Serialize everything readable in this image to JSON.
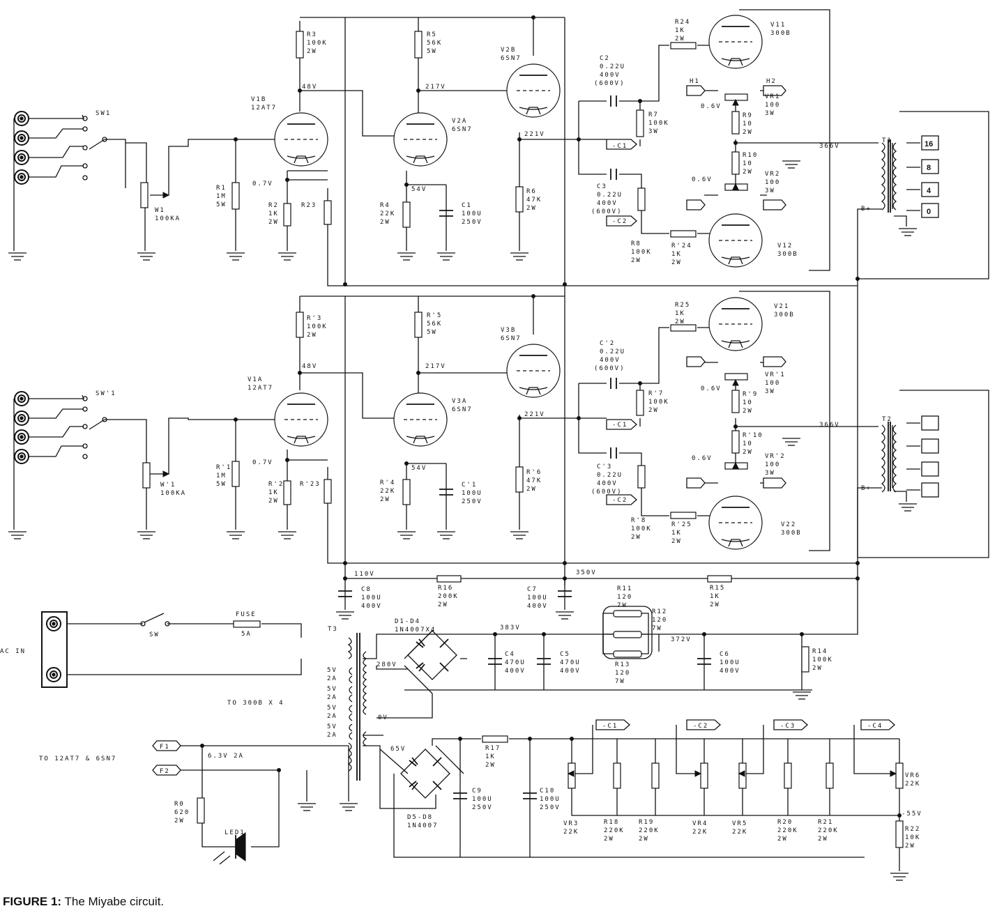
{
  "caption": {
    "label": "FIGURE 1:",
    "text": "The Miyabe circuit."
  },
  "labels": [
    "SW1",
    "W1",
    "100KA",
    "R1",
    "1M",
    "5W",
    "V1B",
    "12AT7",
    "R3",
    "100K",
    "2W",
    "48V",
    "0.7V",
    "R2",
    "1K",
    "2W",
    "R23",
    "R5",
    "56K",
    "5W",
    "V2A",
    "6SN7",
    "217V",
    "R4",
    "22K",
    "2W",
    "54V",
    "C1",
    "100U",
    "250V",
    "V2B",
    "6SN7",
    "221V",
    "R6",
    "47K",
    "2W",
    "C2",
    "0.22U",
    "400V",
    "(600V)",
    "R7",
    "100K",
    "3W",
    "-C1",
    "C3",
    "0.22U",
    "400V",
    "(600V)",
    "R8",
    "100K",
    "2W",
    "-C2",
    "R24",
    "1K",
    "2W",
    "V11",
    "300B",
    "H1",
    "H2",
    "VR1",
    "100",
    "3W",
    "0.6V",
    "R9",
    "10",
    "2W",
    "R10",
    "10",
    "2W",
    "0.6V",
    "VR2",
    "100",
    "3W",
    "R'24",
    "1K",
    "2W",
    "V12",
    "300B",
    "366V",
    "T1",
    "B+",
    "16",
    "8",
    "4",
    "0",
    "SW'1",
    "W'1",
    "100KA",
    "R'1",
    "1M",
    "5W",
    "V1A",
    "12AT7",
    "R'3",
    "100K",
    "2W",
    "48V",
    "0.7V",
    "R'2",
    "1K",
    "2W",
    "R'23",
    "R'5",
    "56K",
    "5W",
    "V3A",
    "6SN7",
    "217V",
    "R'4",
    "22K",
    "2W",
    "54V",
    "C'1",
    "100U",
    "250V",
    "V3B",
    "6SN7",
    "221V",
    "R'6",
    "47K",
    "2W",
    "C'2",
    "0.22U",
    "400V",
    "(600V)",
    "R'7",
    "100K",
    "2W",
    "-C1",
    "C'3",
    "0.22U",
    "400V",
    "(600V)",
    "R'8",
    "100K",
    "2W",
    "-C2",
    "R25",
    "1K",
    "2W",
    "V21",
    "300B",
    "VR'1",
    "100",
    "3W",
    "0.6V",
    "R'9",
    "10",
    "2W",
    "R'10",
    "10",
    "2W",
    "0.6V",
    "VR'2",
    "100",
    "3W",
    "R'25",
    "1K",
    "2W",
    "V22",
    "300B",
    "366V",
    "T2",
    "B+",
    "110V",
    "350V",
    "C8",
    "100U",
    "400V",
    "R16",
    "200K",
    "2W",
    "C7",
    "100U",
    "400V",
    "R11",
    "120",
    "7W",
    "R15",
    "1K",
    "2W",
    "AC IN",
    "SW",
    "FUSE",
    "5A",
    "T3",
    "D1-D4",
    "1N4007X4",
    "383V",
    "280V",
    "C4",
    "470U",
    "400V",
    "C5",
    "470U",
    "400V",
    "R12",
    "120",
    "7W",
    "R13",
    "120",
    "7W",
    "372V",
    "C6",
    "100U",
    "400V",
    "R14",
    "100K",
    "2W",
    "5V",
    "2A",
    "5V",
    "2A",
    "5V",
    "2A",
    "5V",
    "2A",
    "TO 300B X 4",
    "0V",
    "65V",
    "TO 12AT7 & 6SN7",
    "F1",
    "F2",
    "6.3V 2A",
    "R0",
    "620",
    "2W",
    "LED1",
    "R17",
    "1K",
    "2W",
    "C9",
    "100U",
    "250V",
    "C10",
    "100U",
    "250V",
    "D5-D8",
    "1N4007",
    "-C1",
    "-C2",
    "-C3",
    "-C4",
    "VR3",
    "22K",
    "R18",
    "220K",
    "2W",
    "R19",
    "220K",
    "2W",
    "VR4",
    "22K",
    "VR5",
    "22K",
    "R20",
    "220K",
    "2W",
    "R21",
    "220K",
    "2W",
    "VR6",
    "22K",
    "-55V",
    "R22",
    "10K",
    "2W"
  ]
}
